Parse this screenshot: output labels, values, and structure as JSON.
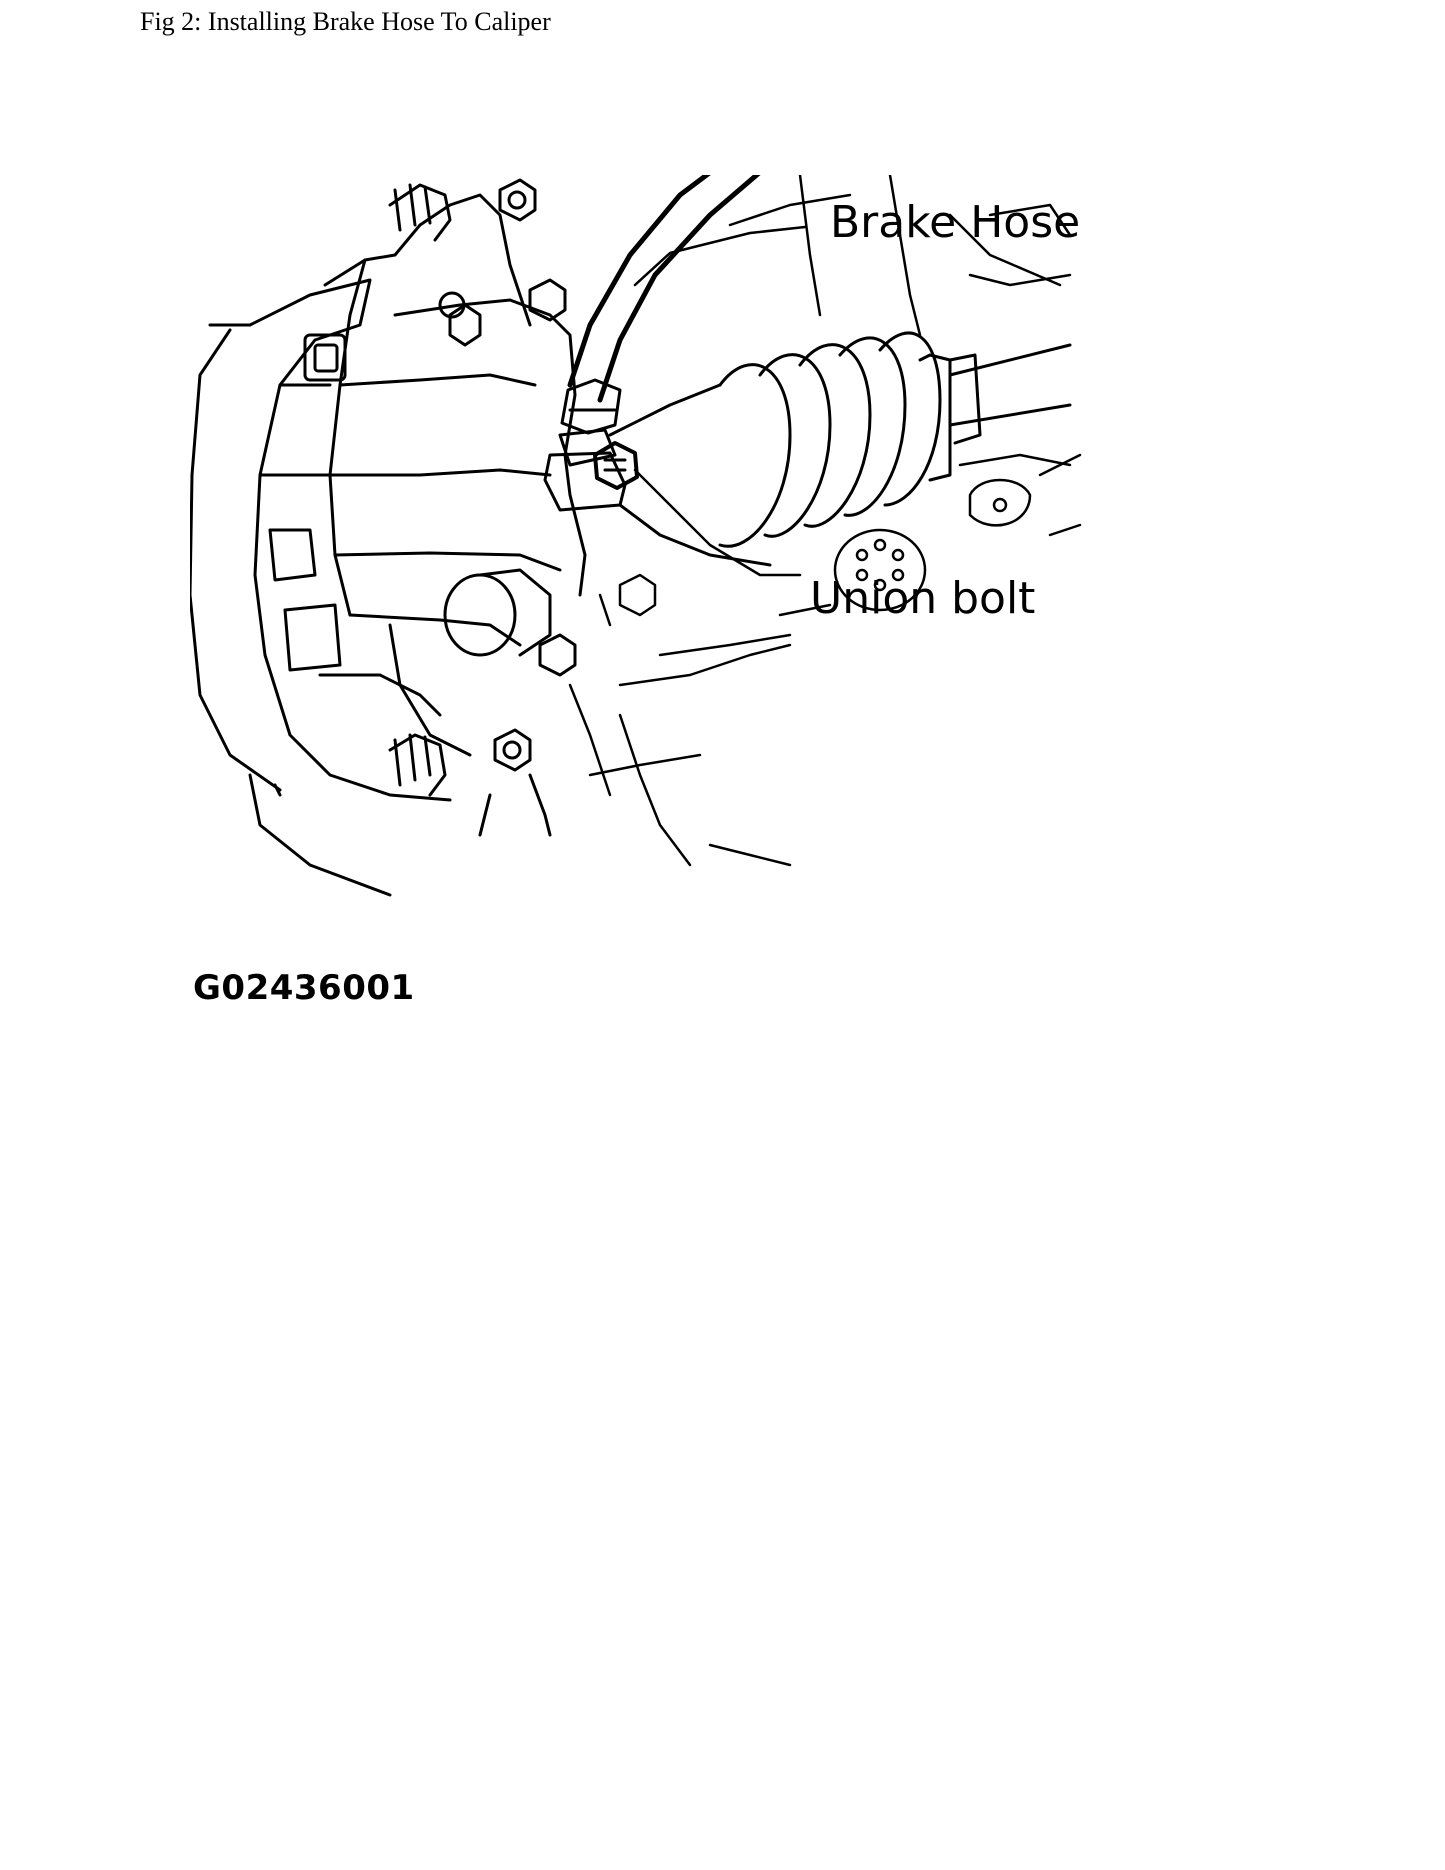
{
  "caption": "Fig 2: Installing Brake Hose To Caliper",
  "figure": {
    "labels": {
      "brake_hose": "Brake Hose",
      "union_bolt": "Union bolt"
    },
    "figure_id": "G02436001"
  }
}
